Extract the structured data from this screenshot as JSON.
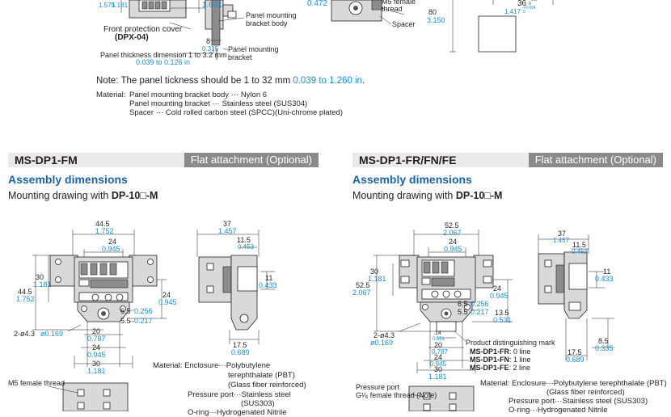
{
  "top": {
    "dim_1575": "1.575",
    "dim_1181": "1.181",
    "dim_1681": "1.681",
    "dim_0472": "0.472",
    "m5_line1": "M5 female",
    "m5_line2": "thread",
    "spacer": "Spacer",
    "dim_80": "80",
    "dim_3150": "3.150",
    "dim_36": "36",
    "dim_36_tol": "+0.6\n0",
    "dim_1417": "1.417",
    "dim_1417_tol": "+0.024\n0",
    "panel_bracket_body_1": "Panel mounting",
    "panel_bracket_body_2": "bracket body",
    "front_cover_1": "Front protection cover",
    "front_cover_2": "(DPX-04)",
    "dim_8": "8",
    "dim_0315": "0.315",
    "panel_thickness_1": "Panel thickness dimension 1 to 3.2 mm",
    "panel_thickness_2": "0.039 to 0.126 in",
    "panel_bracket_1": "Panel mounting",
    "panel_bracket_2": "bracket"
  },
  "note": {
    "text": "Note: The panel tickness should be 1 to 32 mm ",
    "inches": "0.039 to 1.260 in",
    "end": "."
  },
  "material_top": {
    "label": "Material:",
    "line1": "Panel mounting bracket body ··· Nylon 6",
    "line2": "Panel mounting bracket ··· Stainless steel (SUS304)",
    "line3": "Spacer ··· Cold rolled carbon steel (SPCC)(Uni-chrome plated)"
  },
  "left": {
    "model": "MS-DP1-FM",
    "tag": "Flat attachment (Optional)",
    "assembly": "Assembly dimensions",
    "mounting_prefix": "Mounting drawing with ",
    "mounting_model": "DP-10□-M",
    "d_445": "44.5",
    "d_1752": "1.752",
    "d_24": "24",
    "d_0945": "0.945",
    "d_30": "30",
    "d_1181": "1.181",
    "d_445b": "44.5",
    "d_1752b": "1.752",
    "d_24r": "24",
    "d_0945r": "0.945",
    "d_65": "6.5",
    "d_0256": "0.256",
    "d_55": "5.5",
    "d_0217": "0.217",
    "d_hole": "2-ø4.3",
    "d_hole_in": "ø0.169",
    "d_20": "20",
    "d_0787": "0.787",
    "d_24b": "24",
    "d_0945b": "0.945",
    "d_30b": "30",
    "d_1181b": "1.181",
    "d_37": "37",
    "d_1457": "1.457",
    "d_115": "11.5",
    "d_0453": "0.453",
    "d_11": "11",
    "d_0433": "0.433",
    "d_175": "17.5",
    "d_0689": "0.689",
    "m5": "M5 female thread",
    "mat_label": "Material: Enclosure···Polybutylene",
    "mat_2": "terephthalate (PBT)",
    "mat_3": "(Glass fiber reinforced)",
    "mat_4": "Pressure port···Stainless steel",
    "mat_5": "(SUS303)",
    "mat_6": "O-ring···Hydrogenated Nitrile"
  },
  "right": {
    "model": "MS-DP1-FR/FN/FE",
    "tag": "Flat attachment (Optional)",
    "assembly": "Assembly dimensions",
    "mounting_prefix": "Mounting drawing with ",
    "mounting_model": "DP-10□-M",
    "d_525": "52.5",
    "d_2067": "2.067",
    "d_24": "24",
    "d_0945": "0.945",
    "d_30": "30",
    "d_1181": "1.181",
    "d_525b": "52.5",
    "d_2067b": "2.067",
    "d_24r": "24",
    "d_0945r": "0.945",
    "d_65": "6.5",
    "d_0256": "0.256",
    "d_55": "5.5",
    "d_0217": "0.217",
    "d_135": "13.5",
    "d_0531": "0.531",
    "d_hole": "2-ø4.3",
    "d_hole_in": "ø0.169",
    "d_14": "14",
    "d_0551": "0.551",
    "d_20": "20",
    "d_0787": "0.787",
    "d_24b": "24",
    "d_0945b": "0.945",
    "d_30b": "30",
    "d_1181b": "1.181",
    "pdm": "Product distinguishing mark",
    "fr": "MS-DP1-FR",
    "fr_v": ": 0 line",
    "fn": "MS-DP1-FN",
    "fn_v": ": 1 line",
    "fe": "MS-DP1-FE",
    "fe_v": ": 2 line",
    "d_37": "37",
    "d_1457": "1.457",
    "d_115": "11.5",
    "d_0453": "0.453",
    "d_11": "11",
    "d_0433": "0.433",
    "d_85": "8.5",
    "d_0335": "0.335",
    "d_175": "17.5",
    "d_0689": "0.689",
    "pport_1": "Pressure port",
    "pport_2": "G¹⁄₈ female thread (Note)",
    "mat_1": "Material: Enclosure···Polybutylene terephthalate (PBT)",
    "mat_2": "(Glass fiber reinforced)",
    "mat_3": "Pressure port···Stainless steel (SUS303)",
    "mat_4": "O-ring···Hydrogenated Nitrile"
  }
}
